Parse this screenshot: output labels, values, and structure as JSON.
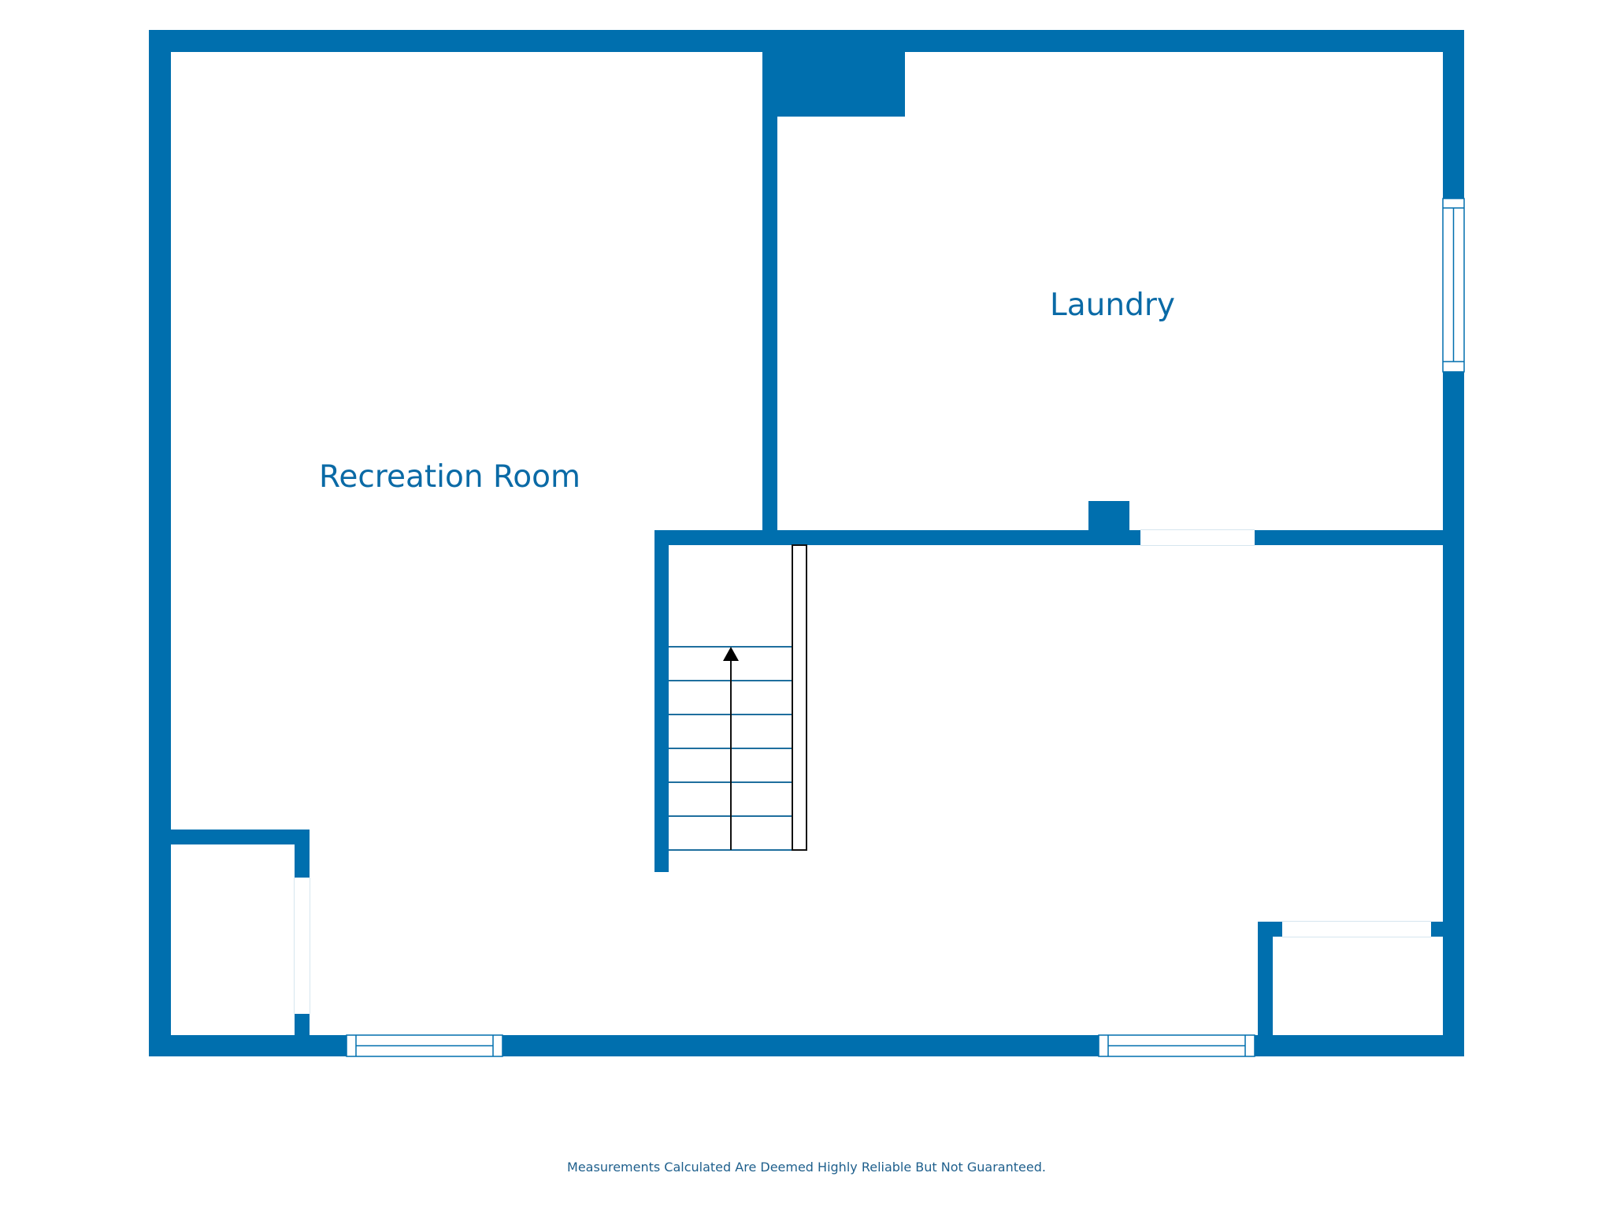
{
  "floorplan": {
    "colors": {
      "wall": "#006fae",
      "label": "#0a6aa6",
      "footer": "#1e5f8c",
      "stair_line": "#1f6f9e",
      "arrow": "#111111",
      "background": "#ffffff"
    },
    "rooms": [
      {
        "id": "recreation-room",
        "label": "Recreation Room"
      },
      {
        "id": "laundry",
        "label": "Laundry"
      }
    ],
    "features": {
      "stairs": {
        "direction": "up",
        "treads": 7,
        "arrow-icon": "up-arrow-icon"
      },
      "windows": 3,
      "chimney": 1,
      "closets": 2
    },
    "footer": {
      "disclaimer": "Measurements Calculated Are Deemed Highly Reliable But Not Guaranteed."
    }
  }
}
